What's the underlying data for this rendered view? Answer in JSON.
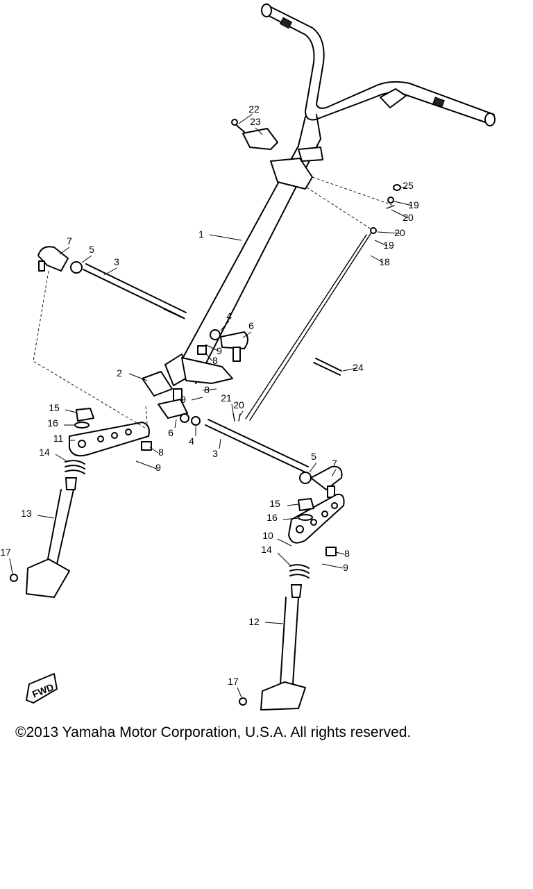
{
  "diagram": {
    "callouts": [
      {
        "id": "c1",
        "text": "1"
      },
      {
        "id": "c2",
        "text": "2"
      },
      {
        "id": "c3a",
        "text": "3"
      },
      {
        "id": "c3b",
        "text": "3"
      },
      {
        "id": "c4a",
        "text": "4"
      },
      {
        "id": "c4b",
        "text": "4"
      },
      {
        "id": "c5a",
        "text": "5"
      },
      {
        "id": "c5b",
        "text": "5"
      },
      {
        "id": "c6a",
        "text": "6"
      },
      {
        "id": "c6b",
        "text": "6"
      },
      {
        "id": "c7a",
        "text": "7"
      },
      {
        "id": "c7b",
        "text": "7"
      },
      {
        "id": "c8a",
        "text": "8"
      },
      {
        "id": "c8b",
        "text": "8"
      },
      {
        "id": "c8c",
        "text": "8"
      },
      {
        "id": "c8d",
        "text": "8"
      },
      {
        "id": "c9a",
        "text": "9"
      },
      {
        "id": "c9b",
        "text": "9"
      },
      {
        "id": "c9c",
        "text": "9"
      },
      {
        "id": "c9d",
        "text": "9"
      },
      {
        "id": "c10",
        "text": "10"
      },
      {
        "id": "c11",
        "text": "11"
      },
      {
        "id": "c12",
        "text": "12"
      },
      {
        "id": "c13",
        "text": "13"
      },
      {
        "id": "c14a",
        "text": "14"
      },
      {
        "id": "c14b",
        "text": "14"
      },
      {
        "id": "c15a",
        "text": "15"
      },
      {
        "id": "c15b",
        "text": "15"
      },
      {
        "id": "c16a",
        "text": "16"
      },
      {
        "id": "c16b",
        "text": "16"
      },
      {
        "id": "c17a",
        "text": "17"
      },
      {
        "id": "c17b",
        "text": "17"
      },
      {
        "id": "c18",
        "text": "18"
      },
      {
        "id": "c19a",
        "text": "19"
      },
      {
        "id": "c19b",
        "text": "19"
      },
      {
        "id": "c20a",
        "text": "20"
      },
      {
        "id": "c20b",
        "text": "20"
      },
      {
        "id": "c20c",
        "text": "20"
      },
      {
        "id": "c21",
        "text": "21"
      },
      {
        "id": "c22",
        "text": "22"
      },
      {
        "id": "c23",
        "text": "23"
      },
      {
        "id": "c24",
        "text": "24"
      },
      {
        "id": "c25",
        "text": "25"
      }
    ],
    "fwd_label": "FWD"
  },
  "footer": {
    "copyright": "©2013 Yamaha Motor Corporation, U.S.A. All rights reserved."
  }
}
